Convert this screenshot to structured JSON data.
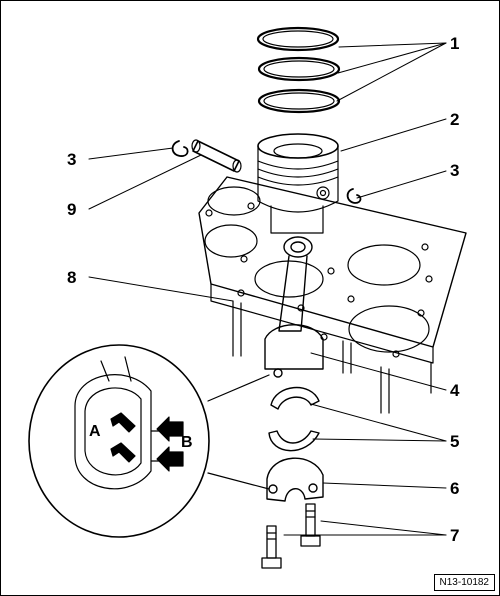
{
  "figure": {
    "id_label": "N13-10182",
    "callouts": {
      "c1": "1",
      "c2": "2",
      "c3_left": "3",
      "c3_right": "3",
      "c4": "4",
      "c5": "5",
      "c6": "6",
      "c7": "7",
      "c8": "8",
      "c9": "9"
    },
    "detail_markers": {
      "a": "A",
      "b": "B"
    }
  },
  "parts": [
    "piston-rings",
    "piston",
    "circlips",
    "connecting-rod",
    "bearing-shells",
    "bearing-cap",
    "con-rod-bolts",
    "cylinder-block-gasket",
    "piston-pin"
  ]
}
